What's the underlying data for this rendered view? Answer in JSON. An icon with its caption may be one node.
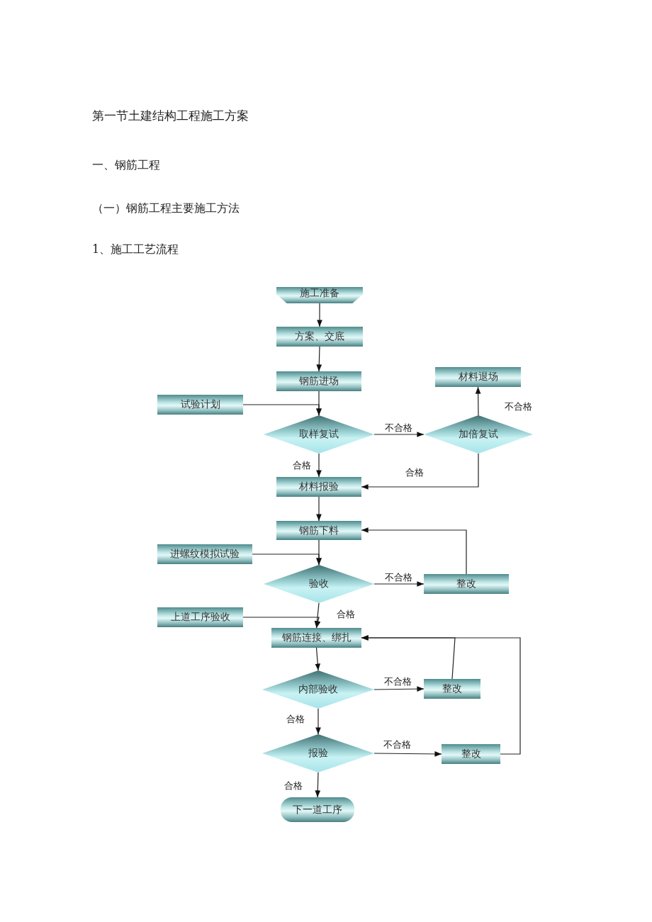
{
  "diagram": {
    "title": "第一节土建结构工程施工方案",
    "nodes": [
      {
        "text": [
          "施工准备"
        ]
      },
      {
        "text": [
          "方案、交底"
        ]
      },
      {
        "text": [
          "钢筋进场"
        ]
      },
      {
        "text": [
          "试验计划"
        ]
      },
      {
        "text": [
          "取样复试"
        ]
      },
      {
        "text": [
          "加倍复试"
        ]
      },
      {
        "text": [
          "材料退场"
        ]
      },
      {
        "text": [
          "材料报验"
        ]
      },
      {
        "text": [
          "钢筋下料"
        ]
      },
      {
        "text": [
          "进螺纹模拟试验"
        ]
      },
      {
        "text": [
          "验收"
        ]
      },
      {
        "text": [
          "整改"
        ]
      },
      {
        "text": [
          "上道工序验收"
        ]
      },
      {
        "text": [
          "钢筋连接、绑扎"
        ]
      },
      {
        "text": [
          "内部验收"
        ]
      },
      {
        "text": [
          "整改"
        ]
      },
      {
        "text": [
          "报验"
        ]
      },
      {
        "text": [
          "整改"
        ]
      },
      {
        "text": [
          "下一道工序"
        ]
      }
    ],
    "edges": [
      {
        "from": 0,
        "to": 1,
        "arrow": "to"
      },
      {
        "from": 1,
        "to": 2,
        "arrow": "to"
      },
      {
        "from": 2,
        "to": 4,
        "arrow": "to"
      },
      {
        "from": 3,
        "to": 4,
        "arrow": "to"
      },
      {
        "from": 4,
        "to": 5,
        "arrow": "to",
        "label": "不合格"
      },
      {
        "from": 5,
        "to": 6,
        "arrow": "to",
        "label": "不合格"
      },
      {
        "from": 5,
        "to": 7,
        "arrow": "to",
        "label": "合格"
      },
      {
        "from": 4,
        "to": 7,
        "arrow": "to",
        "label": "合格"
      },
      {
        "from": 7,
        "to": 8,
        "arrow": "to"
      },
      {
        "from": 11,
        "to": 8,
        "arrow": "to"
      },
      {
        "from": 8,
        "to": 10,
        "arrow": "to"
      },
      {
        "from": 9,
        "to": 10,
        "arrow": "to"
      },
      {
        "from": 10,
        "to": 11,
        "arrow": "to",
        "label": "不合格"
      },
      {
        "from": 10,
        "to": 13,
        "arrow": "to",
        "label": "合格"
      },
      {
        "from": 12,
        "to": 13,
        "arrow": "to"
      },
      {
        "from": 13,
        "to": 14,
        "arrow": "to"
      },
      {
        "from": 14,
        "to": 15,
        "arrow": "to",
        "label": "不合格"
      },
      {
        "from": 15,
        "to": 13,
        "arrow": "to"
      },
      {
        "from": 14,
        "to": 16,
        "arrow": "to",
        "label": "合格"
      },
      {
        "from": 16,
        "to": 17,
        "arrow": "to",
        "label": "不合格"
      },
      {
        "from": 17,
        "to": 13,
        "arrow": "to"
      },
      {
        "from": 16,
        "to": 18,
        "arrow": "to",
        "label": "合格"
      }
    ],
    "labels": [
      "一、钢筋工程",
      "（一）钢筋工程主要施工方法",
      "1、施工工艺流程"
    ]
  }
}
